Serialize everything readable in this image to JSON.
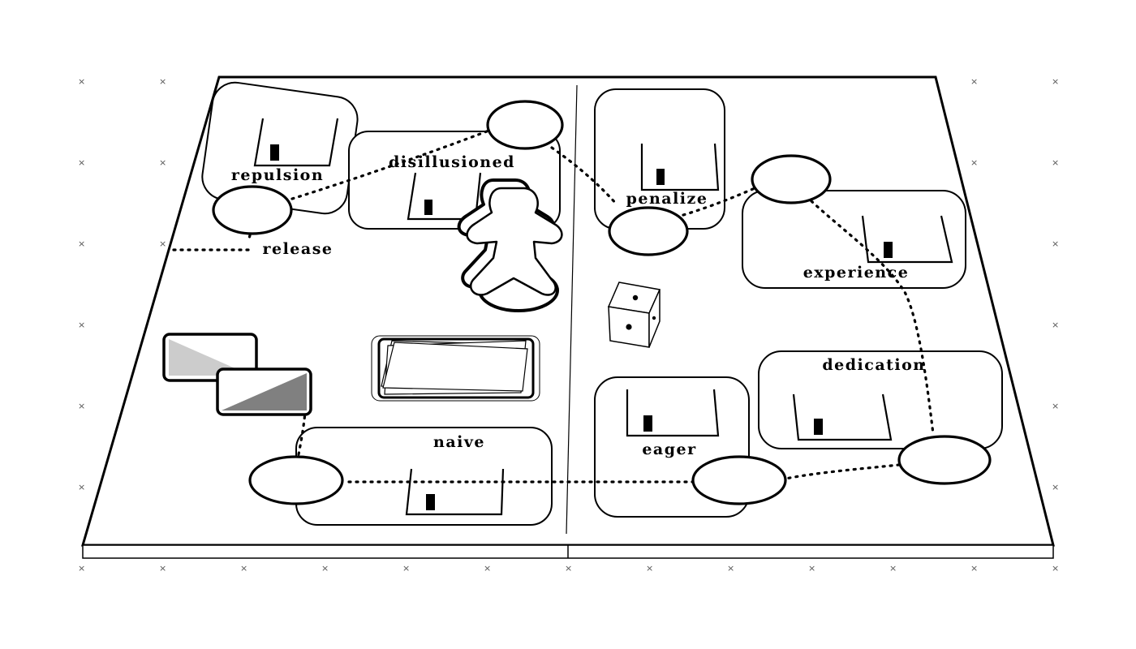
{
  "board": {
    "rooms": [
      {
        "id": "repulsion",
        "label": "repulsion",
        "level": 0.4
      },
      {
        "id": "disillusioned",
        "label": "disillusioned",
        "level": 0.35
      },
      {
        "id": "penalize",
        "label": "penalize",
        "level": 0.35
      },
      {
        "id": "experience",
        "label": "experience",
        "level": 0.35
      },
      {
        "id": "dedication",
        "label": "dedication",
        "level": 0.35
      },
      {
        "id": "eager",
        "label": "eager",
        "level": 0.35
      },
      {
        "id": "naive",
        "label": "naive",
        "level": 0.35
      }
    ],
    "exit_label": "release",
    "die": {
      "pips": 1
    },
    "colors": {
      "ink": "#000000",
      "board": "#ffffff",
      "card_light": "#cccccc",
      "card_dark": "#808080"
    }
  }
}
